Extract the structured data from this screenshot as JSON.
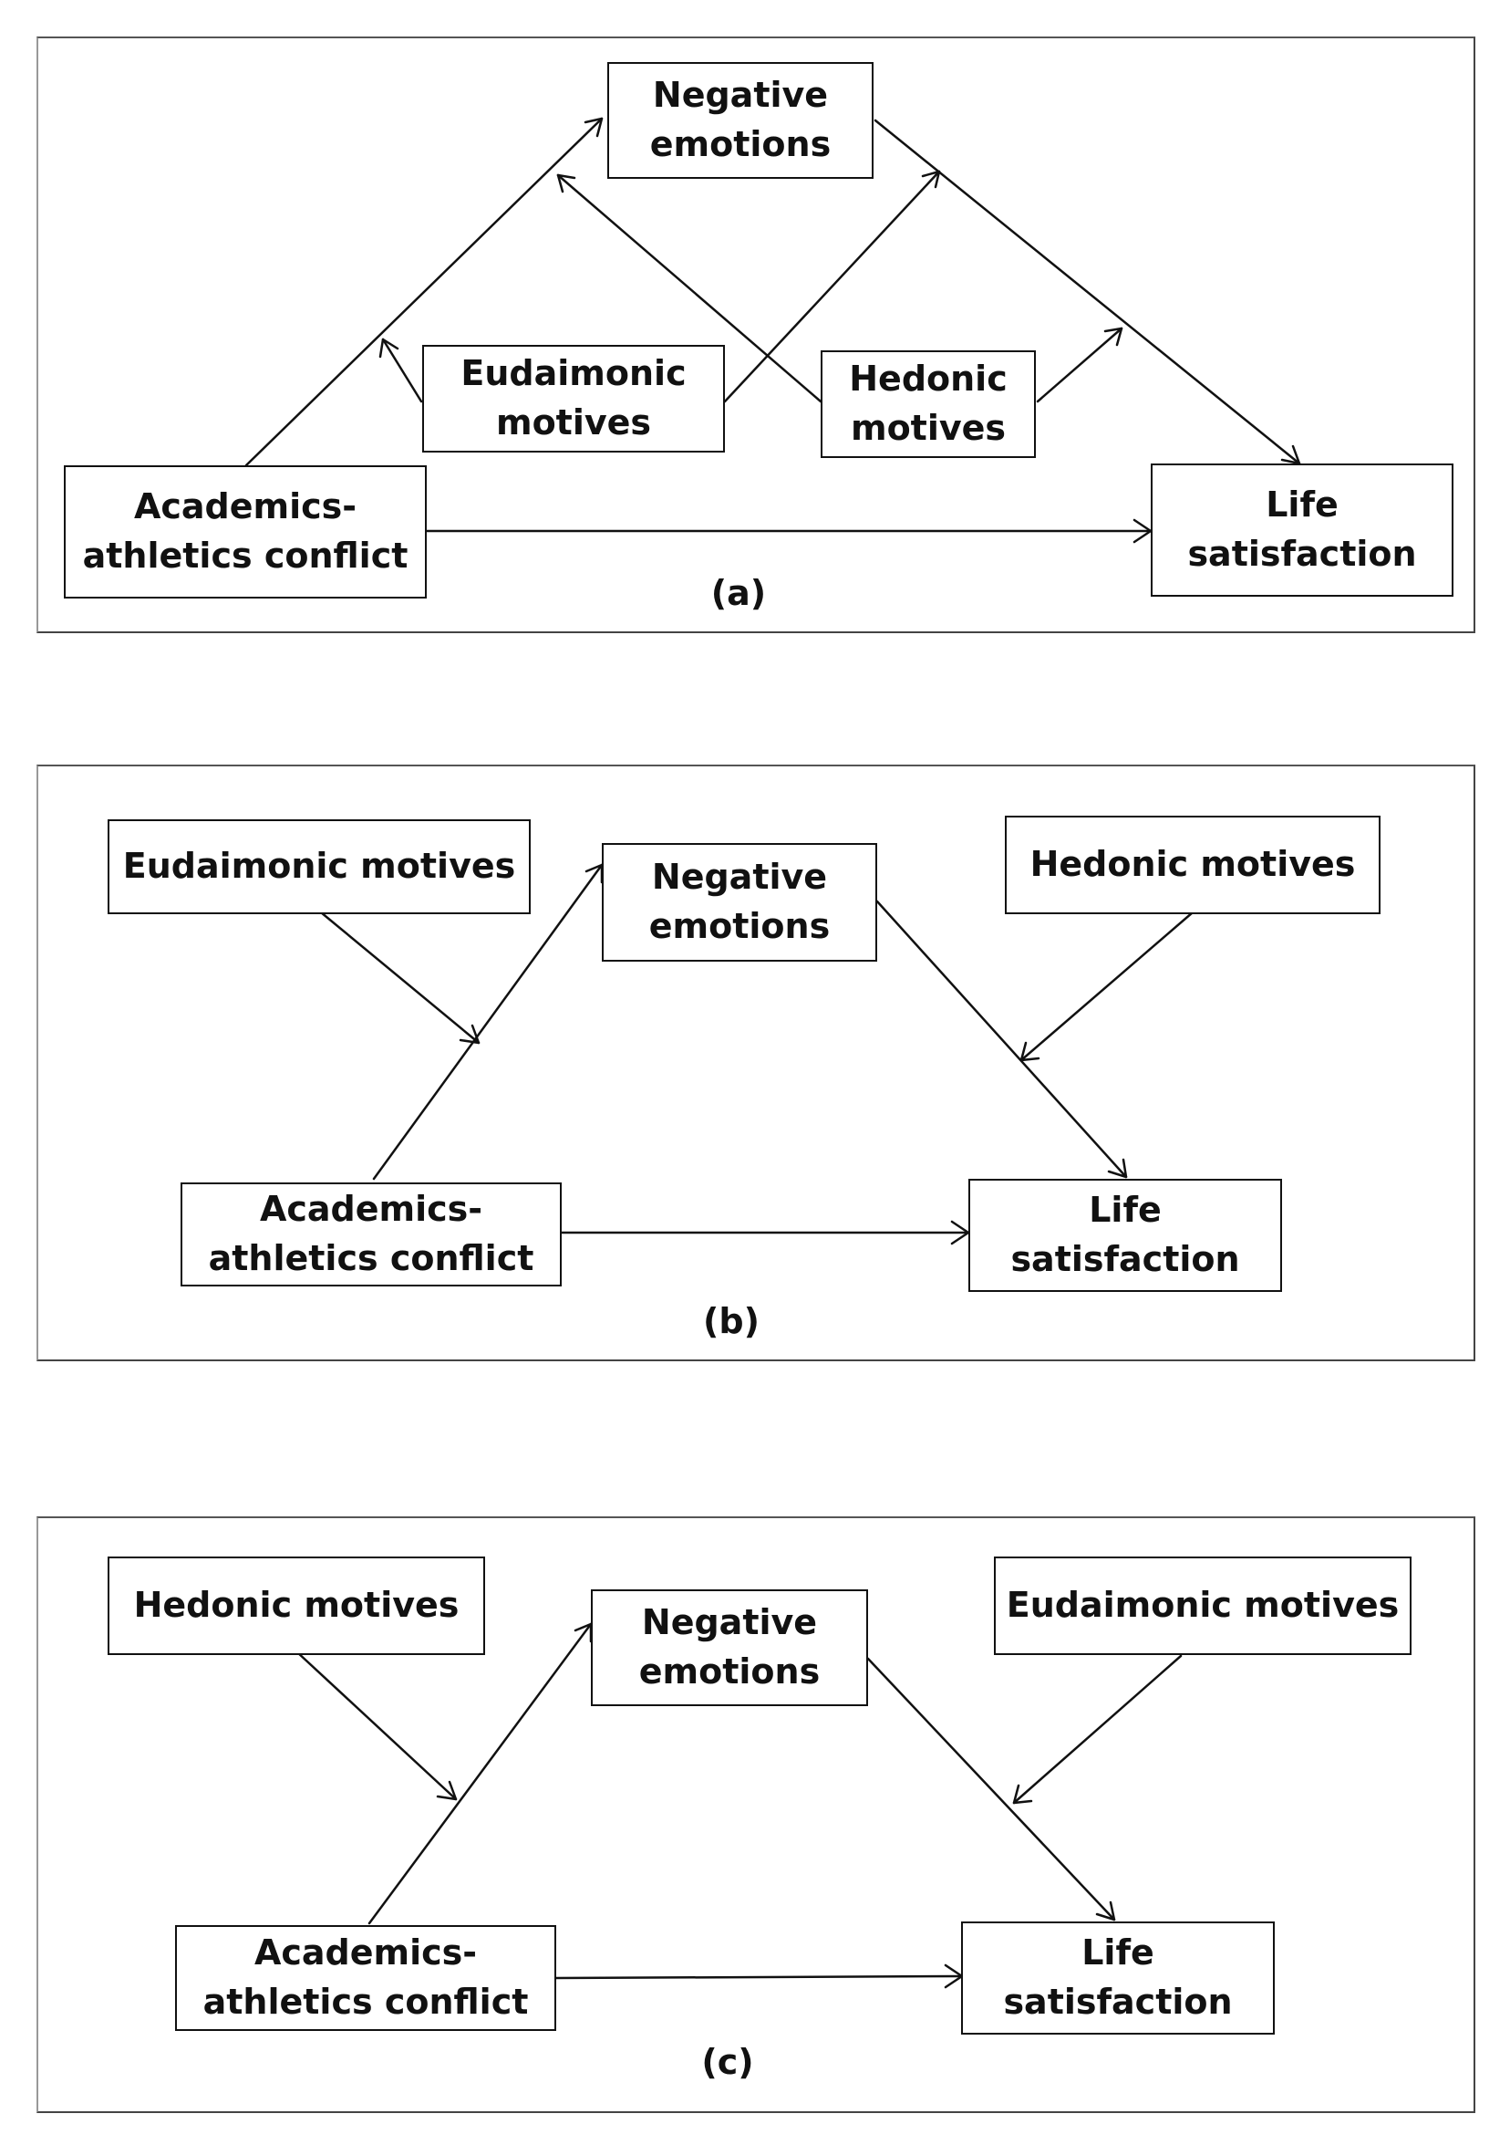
{
  "panels": [
    {
      "label": "(a)",
      "nodes": {
        "negative_emotions": "Negative\nemotions",
        "eudaimonic_motives": "Eudaimonic\nmotives",
        "hedonic_motives": "Hedonic\nmotives",
        "conflict": "Academics-\nathletics conflict",
        "life_satisfaction": "Life\nsatisfaction"
      }
    },
    {
      "label": "(b)",
      "nodes": {
        "eudaimonic_motives": "Eudaimonic motives",
        "negative_emotions": "Negative\nemotions",
        "hedonic_motives": "Hedonic motives",
        "conflict": "Academics-\nathletics conflict",
        "life_satisfaction": "Life\nsatisfaction"
      }
    },
    {
      "label": "(c)",
      "nodes": {
        "hedonic_motives": "Hedonic motives",
        "negative_emotions": "Negative\nemotions",
        "eudaimonic_motives": "Eudaimonic motives",
        "conflict": "Academics-\nathletics conflict",
        "life_satisfaction": "Life\nsatisfaction"
      }
    }
  ]
}
